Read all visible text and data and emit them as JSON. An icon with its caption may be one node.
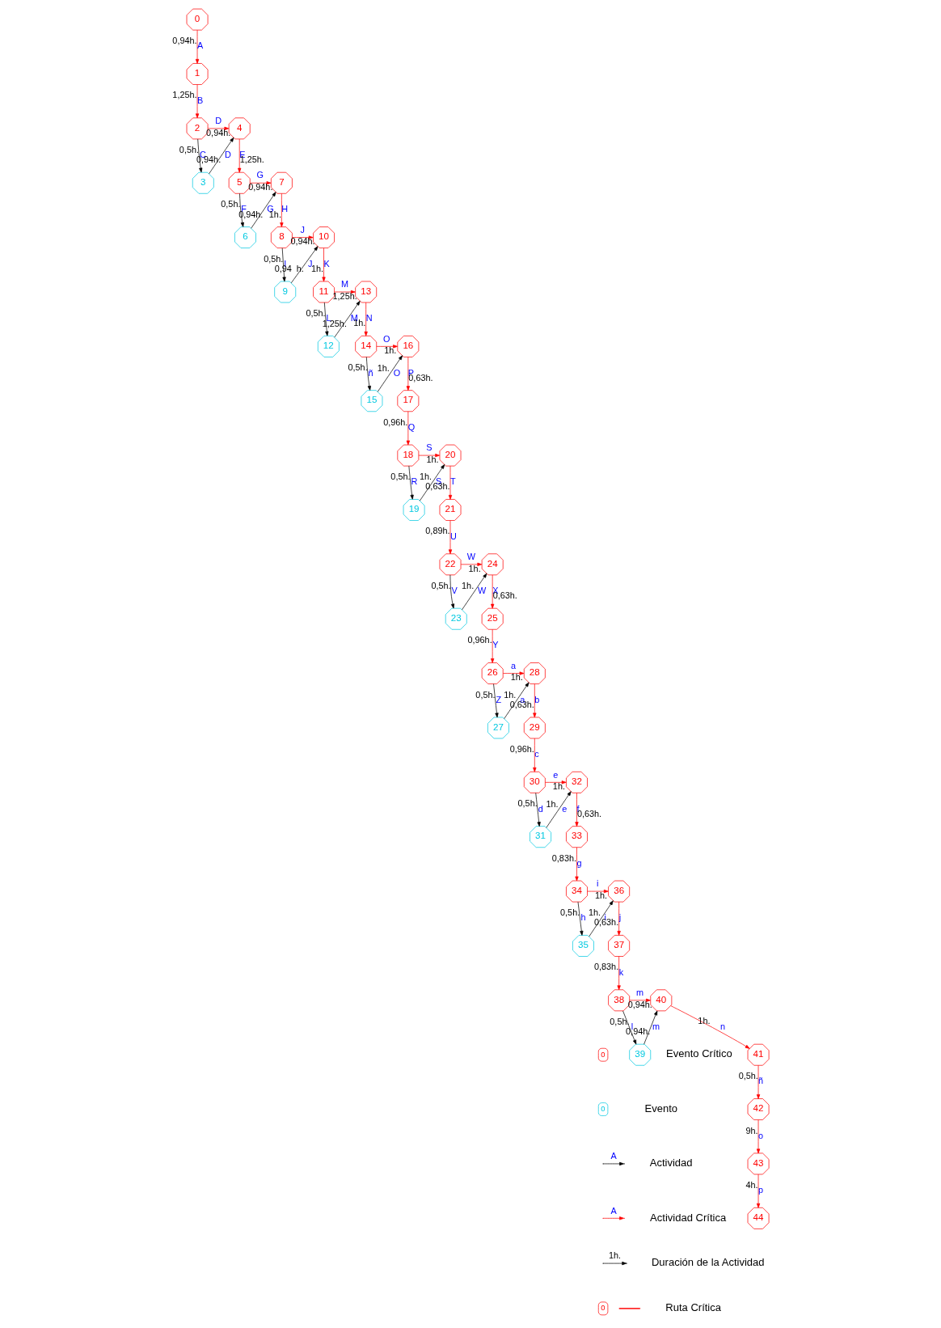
{
  "diagram": {
    "nodes": [
      {
        "text": [
          "0"
        ]
      },
      {
        "text": [
          "1"
        ]
      },
      {
        "text": [
          "2"
        ]
      },
      {
        "text": [
          "3"
        ]
      },
      {
        "text": [
          "4"
        ]
      },
      {
        "text": [
          "5"
        ]
      },
      {
        "text": [
          "6"
        ]
      },
      {
        "text": [
          "7"
        ]
      },
      {
        "text": [
          "8"
        ]
      },
      {
        "text": [
          "9"
        ]
      },
      {
        "text": [
          "10"
        ]
      },
      {
        "text": [
          "11"
        ]
      },
      {
        "text": [
          "12"
        ]
      },
      {
        "text": [
          "13"
        ]
      },
      {
        "text": [
          "14"
        ]
      },
      {
        "text": [
          "15"
        ]
      },
      {
        "text": [
          "16"
        ]
      },
      {
        "text": [
          "17"
        ]
      },
      {
        "text": [
          "18"
        ]
      },
      {
        "text": [
          "19"
        ]
      },
      {
        "text": [
          "20"
        ]
      },
      {
        "text": [
          "21"
        ]
      },
      {
        "text": [
          "22"
        ]
      },
      {
        "text": [
          "23"
        ]
      },
      {
        "text": [
          "24"
        ]
      },
      {
        "text": [
          "25"
        ]
      },
      {
        "text": [
          "26"
        ]
      },
      {
        "text": [
          "27"
        ]
      },
      {
        "text": [
          "28"
        ]
      },
      {
        "text": [
          "29"
        ]
      },
      {
        "text": [
          "30"
        ]
      },
      {
        "text": [
          "31"
        ]
      },
      {
        "text": [
          "32"
        ]
      },
      {
        "text": [
          "33"
        ]
      },
      {
        "text": [
          "34"
        ]
      },
      {
        "text": [
          "35"
        ]
      },
      {
        "text": [
          "36"
        ]
      },
      {
        "text": [
          "37"
        ]
      },
      {
        "text": [
          "38"
        ]
      },
      {
        "text": [
          "39"
        ]
      },
      {
        "text": [
          "40"
        ]
      },
      {
        "text": [
          "41"
        ]
      },
      {
        "text": [
          "42"
        ]
      },
      {
        "text": [
          "43"
        ]
      },
      {
        "text": [
          "44"
        ]
      }
    ],
    "edges": [
      {
        "from": 0,
        "to": 1,
        "arrow": "to",
        "label": "A"
      },
      {
        "from": 1,
        "to": 2,
        "arrow": "to",
        "label": "B"
      },
      {
        "from": 2,
        "to": 4,
        "arrow": "to",
        "label": "D"
      },
      {
        "from": 2,
        "to": 3,
        "arrow": "to",
        "label": "C",
        "color": "#000000"
      },
      {
        "from": 3,
        "to": 4,
        "arrow": "to",
        "label": "D",
        "color": "#000000"
      },
      {
        "from": 4,
        "to": 5,
        "arrow": "to",
        "label": "E"
      },
      {
        "from": 5,
        "to": 7,
        "arrow": "to",
        "label": "G"
      },
      {
        "from": 5,
        "to": 6,
        "arrow": "to",
        "label": "F",
        "color": "#000000"
      },
      {
        "from": 6,
        "to": 7,
        "arrow": "to",
        "label": "G",
        "color": "#000000"
      },
      {
        "from": 7,
        "to": 8,
        "arrow": "to",
        "label": "H"
      },
      {
        "from": 8,
        "to": 10,
        "arrow": "to",
        "label": "J"
      },
      {
        "from": 8,
        "to": 9,
        "arrow": "to",
        "label": "I",
        "color": "#000000"
      },
      {
        "from": 9,
        "to": 10,
        "arrow": "to",
        "label": "J",
        "color": "#000000"
      },
      {
        "from": 10,
        "to": 11,
        "arrow": "to",
        "label": "K"
      },
      {
        "from": 11,
        "to": 13,
        "arrow": "to",
        "label": "M"
      },
      {
        "from": 11,
        "to": 12,
        "arrow": "to",
        "label": "L",
        "color": "#000000"
      },
      {
        "from": 12,
        "to": 13,
        "arrow": "to",
        "label": "M",
        "color": "#000000"
      },
      {
        "from": 13,
        "to": 14,
        "arrow": "to",
        "label": "N"
      },
      {
        "from": 14,
        "to": 16,
        "arrow": "to",
        "label": "O"
      },
      {
        "from": 14,
        "to": 15,
        "arrow": "to",
        "label": "ñ",
        "color": "#000000"
      },
      {
        "from": 15,
        "to": 16,
        "arrow": "to",
        "label": "O",
        "color": "#000000"
      },
      {
        "from": 16,
        "to": 17,
        "arrow": "to",
        "label": "P"
      },
      {
        "from": 17,
        "to": 18,
        "arrow": "to",
        "label": "Q"
      },
      {
        "from": 18,
        "to": 20,
        "arrow": "to",
        "label": "S"
      },
      {
        "from": 18,
        "to": 19,
        "arrow": "to",
        "label": "R",
        "color": "#000000"
      },
      {
        "from": 19,
        "to": 20,
        "arrow": "to",
        "label": "S",
        "color": "#000000"
      },
      {
        "from": 20,
        "to": 21,
        "arrow": "to",
        "label": "T"
      },
      {
        "from": 21,
        "to": 22,
        "arrow": "to",
        "label": "U"
      },
      {
        "from": 22,
        "to": 24,
        "arrow": "to",
        "label": "W"
      },
      {
        "from": 22,
        "to": 23,
        "arrow": "to",
        "label": "V",
        "color": "#000000"
      },
      {
        "from": 23,
        "to": 24,
        "arrow": "to",
        "label": "W",
        "color": "#000000"
      },
      {
        "from": 24,
        "to": 25,
        "arrow": "to",
        "label": "X"
      },
      {
        "from": 25,
        "to": 26,
        "arrow": "to",
        "label": "Y"
      },
      {
        "from": 26,
        "to": 28,
        "arrow": "to",
        "label": "a"
      },
      {
        "from": 26,
        "to": 27,
        "arrow": "to",
        "label": "Z",
        "color": "#000000"
      },
      {
        "from": 27,
        "to": 28,
        "arrow": "to",
        "label": "a",
        "color": "#000000"
      },
      {
        "from": 28,
        "to": 29,
        "arrow": "to",
        "label": "b"
      },
      {
        "from": 29,
        "to": 30,
        "arrow": "to",
        "label": "c"
      },
      {
        "from": 30,
        "to": 32,
        "arrow": "to",
        "label": "e"
      },
      {
        "from": 30,
        "to": 31,
        "arrow": "to",
        "label": "d",
        "color": "#000000"
      },
      {
        "from": 31,
        "to": 32,
        "arrow": "to",
        "label": "e",
        "color": "#000000"
      },
      {
        "from": 32,
        "to": 33,
        "arrow": "to",
        "label": "f"
      },
      {
        "from": 33,
        "to": 34,
        "arrow": "to",
        "label": "g"
      },
      {
        "from": 34,
        "to": 36,
        "arrow": "to",
        "label": "i"
      },
      {
        "from": 34,
        "to": 35,
        "arrow": "to",
        "label": "h",
        "color": "#000000"
      },
      {
        "from": 35,
        "to": 36,
        "arrow": "to",
        "label": "i",
        "color": "#000000"
      },
      {
        "from": 36,
        "to": 37,
        "arrow": "to",
        "label": "j"
      },
      {
        "from": 37,
        "to": 38,
        "arrow": "to",
        "label": "k"
      },
      {
        "from": 38,
        "to": 40,
        "arrow": "to",
        "label": "m"
      },
      {
        "from": 38,
        "to": 39,
        "arrow": "to",
        "label": "l",
        "color": "#000000"
      },
      {
        "from": 39,
        "to": 40,
        "arrow": "to",
        "label": "m",
        "color": "#000000"
      },
      {
        "from": 40,
        "to": 41,
        "arrow": "to",
        "label": "n"
      },
      {
        "from": 41,
        "to": 42,
        "arrow": "to",
        "label": "ñ"
      },
      {
        "from": 42,
        "to": 43,
        "arrow": "to",
        "label": "o"
      },
      {
        "from": 43,
        "to": 44,
        "arrow": "to",
        "label": "p"
      }
    ],
    "labels": [
      "0,94h.",
      "1,25h.",
      "0,94h.",
      "0,5h.",
      "0,94h.",
      "1,25h.",
      "0,94h.",
      "0,5h.",
      "0,94h.",
      "1h.",
      "0,94h.",
      "0,5h.",
      "0,94  h.",
      "1h.",
      "1,25h.",
      "0,5h.",
      "1,25h.",
      "1h.",
      "1h.",
      "0,5h.",
      "1h.",
      "0,63h.",
      "0,96h.",
      "1h.",
      "0,5h.",
      "1h.",
      "0,63h.",
      "0,89h.",
      "1h.",
      "0,5h.",
      "1h.",
      "0,63h.",
      "0,96h.",
      "1h.",
      "0,5h.",
      "1h.",
      "0,63h.",
      "0,96h.",
      "1h.",
      "0,5h.",
      "1h.",
      "0,63h.",
      "0,83h.",
      "1h.",
      "0,5h.",
      "1h.",
      "0,63h.",
      "0,83h.",
      "0,94h.",
      "0,5h.",
      "0,94h.",
      "1h.",
      "0,5h.",
      "9h.",
      "4h.",
      "0",
      "0",
      "A",
      "A",
      "1h.",
      "0"
    ],
    "legend": [
      {
        "text": "Evento Crítico"
      },
      {
        "text": "Evento"
      },
      {
        "text": "Actividad"
      },
      {
        "text": "Actividad Crítica"
      },
      {
        "text": "Duración de la Actividad"
      },
      {
        "text": "Ruta Crítica"
      }
    ]
  }
}
